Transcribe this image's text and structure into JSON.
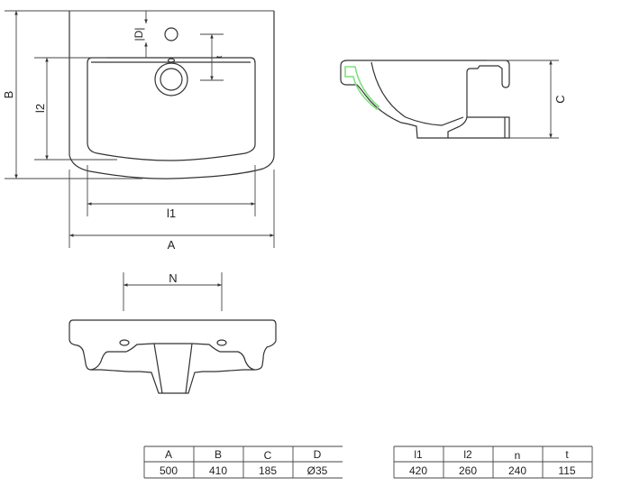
{
  "drawing": {
    "labels": {
      "A": "A",
      "B": "B",
      "C": "C",
      "D": "|D|",
      "l1": "l1",
      "l2": "l2",
      "t": "t",
      "N": "N"
    }
  },
  "tables": [
    {
      "headers": [
        "A",
        "B",
        "C",
        "D"
      ],
      "values": [
        "500",
        "410",
        "185",
        "Ø35"
      ]
    },
    {
      "headers": [
        "l1",
        "l2",
        "n",
        "t"
      ],
      "values": [
        "420",
        "260",
        "240",
        "115"
      ]
    }
  ],
  "colors": {
    "highlight": "#7ee07e"
  }
}
